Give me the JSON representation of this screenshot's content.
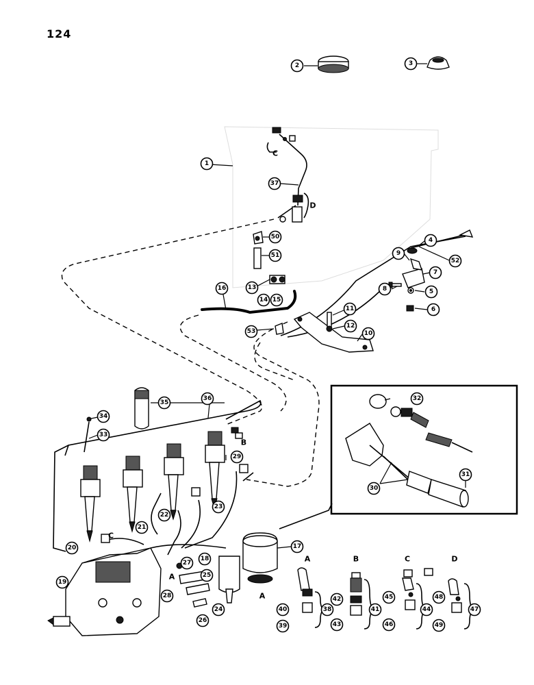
{
  "page_number": "124",
  "callouts": [
    {
      "n": "1"
    },
    {
      "n": "2"
    },
    {
      "n": "3"
    },
    {
      "n": "4"
    },
    {
      "n": "5"
    },
    {
      "n": "6"
    },
    {
      "n": "7"
    },
    {
      "n": "8"
    },
    {
      "n": "9"
    },
    {
      "n": "10"
    },
    {
      "n": "11"
    },
    {
      "n": "12"
    },
    {
      "n": "13"
    },
    {
      "n": "14"
    },
    {
      "n": "15"
    },
    {
      "n": "16"
    },
    {
      "n": "17"
    },
    {
      "n": "18"
    },
    {
      "n": "19"
    },
    {
      "n": "20"
    },
    {
      "n": "21"
    },
    {
      "n": "22"
    },
    {
      "n": "23"
    },
    {
      "n": "24"
    },
    {
      "n": "25"
    },
    {
      "n": "26"
    },
    {
      "n": "27"
    },
    {
      "n": "28"
    },
    {
      "n": "29"
    },
    {
      "n": "30"
    },
    {
      "n": "31"
    },
    {
      "n": "32"
    },
    {
      "n": "33"
    },
    {
      "n": "34"
    },
    {
      "n": "35"
    },
    {
      "n": "36"
    },
    {
      "n": "37"
    },
    {
      "n": "38"
    },
    {
      "n": "39"
    },
    {
      "n": "40"
    },
    {
      "n": "41"
    },
    {
      "n": "42"
    },
    {
      "n": "43"
    },
    {
      "n": "44"
    },
    {
      "n": "45"
    },
    {
      "n": "46"
    },
    {
      "n": "47"
    },
    {
      "n": "48"
    },
    {
      "n": "49"
    },
    {
      "n": "50"
    },
    {
      "n": "51"
    },
    {
      "n": "52"
    },
    {
      "n": "53"
    }
  ],
  "letters": {
    "c_tank": "C",
    "d_tank": "D",
    "b_pump": "B",
    "c_low": "C",
    "a_filter_left": "A",
    "a_filter_right": "A",
    "a_group": "A",
    "b_group": "B",
    "c_group": "C",
    "d_group": "D"
  }
}
